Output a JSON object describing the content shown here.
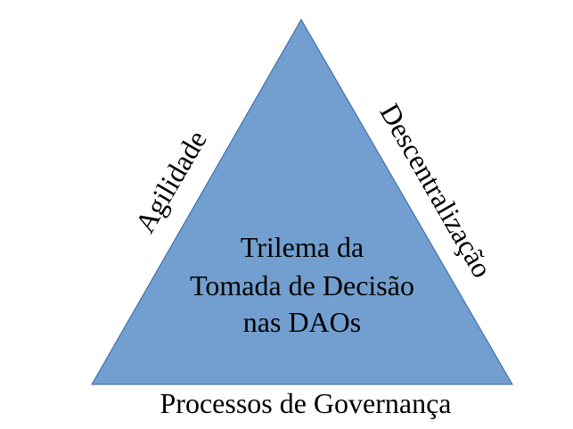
{
  "diagram": {
    "fill_color": "#729fcf",
    "stroke_color": "#3465a4",
    "center_lines": [
      "Trilema da",
      "Tomada de Decisão",
      "nas DAOs"
    ],
    "left_edge_label": "Agilidade",
    "right_edge_label": "Descentralização",
    "base_label": "Processos de Governança"
  }
}
